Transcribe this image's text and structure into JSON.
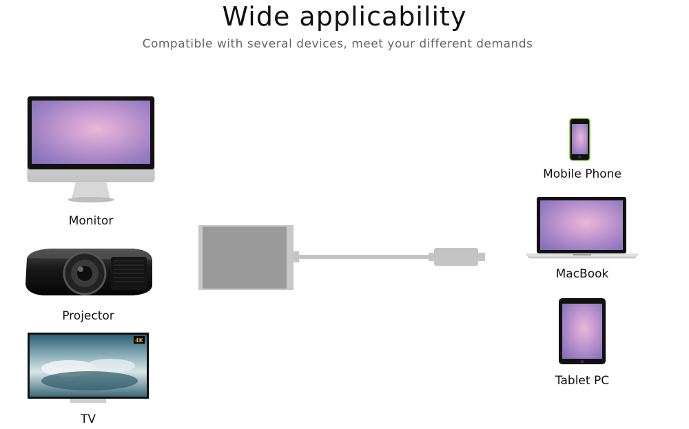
{
  "header": {
    "title": "Wide applicability",
    "subtitle": "Compatible with several devices, meet your different demands"
  },
  "left_devices": [
    {
      "label": "Monitor",
      "icon": "monitor-icon"
    },
    {
      "label": "Projector",
      "icon": "projector-icon"
    },
    {
      "label": "TV",
      "icon": "tv-icon"
    }
  ],
  "right_devices": [
    {
      "label": "Mobile Phone",
      "icon": "phone-icon"
    },
    {
      "label": "MacBook",
      "icon": "laptop-icon"
    },
    {
      "label": "Tablet PC",
      "icon": "tablet-icon"
    }
  ],
  "adapter": {
    "icon": "usb-c-adapter-icon",
    "color": "#a0a0a0"
  },
  "tv_badge": "4K"
}
